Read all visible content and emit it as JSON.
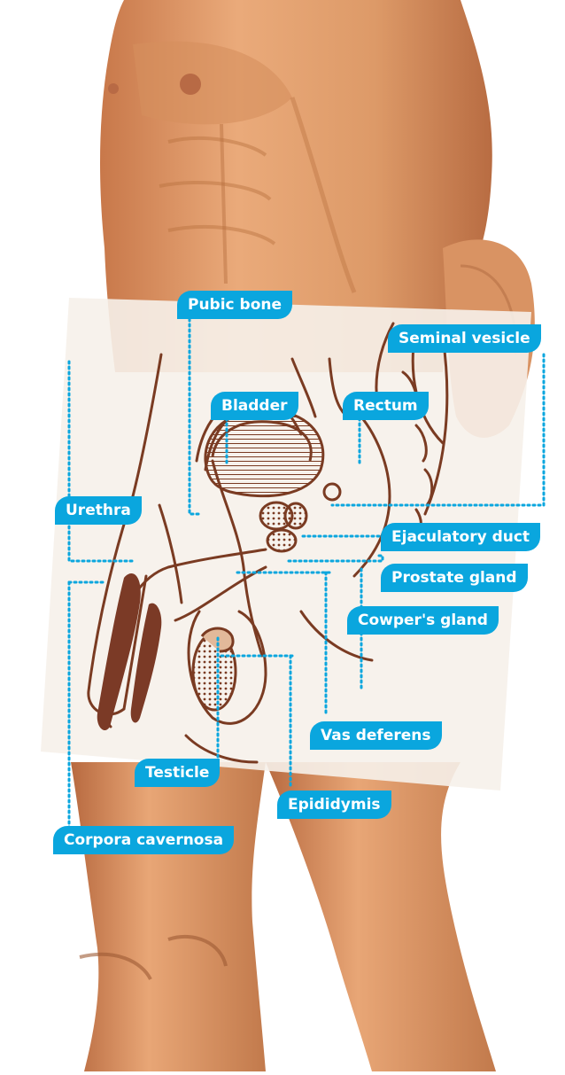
{
  "labels": {
    "pubic_bone": "Pubic bone",
    "seminal_vesicle": "Seminal vesicle",
    "bladder": "Bladder",
    "rectum": "Rectum",
    "urethra": "Urethra",
    "ejaculatory_duct": "Ejaculatory duct",
    "prostate_gland": "Prostate gland",
    "cowpers_gland": "Cowper's gland",
    "vas_deferens": "Vas deferens",
    "testicle": "Testicle",
    "epididymis": "Epididymis",
    "corpora_cavernosa": "Corpora cavernosa"
  },
  "colors": {
    "label_bg": "#0aa6de",
    "label_text": "#ffffff",
    "leader": "#0aa6de",
    "skin": "#e4a272",
    "skin_shadow": "#b96f45",
    "drawing": "#7a3b22",
    "organ_fill": "#7b3a26",
    "card": "#f6f1ea"
  }
}
